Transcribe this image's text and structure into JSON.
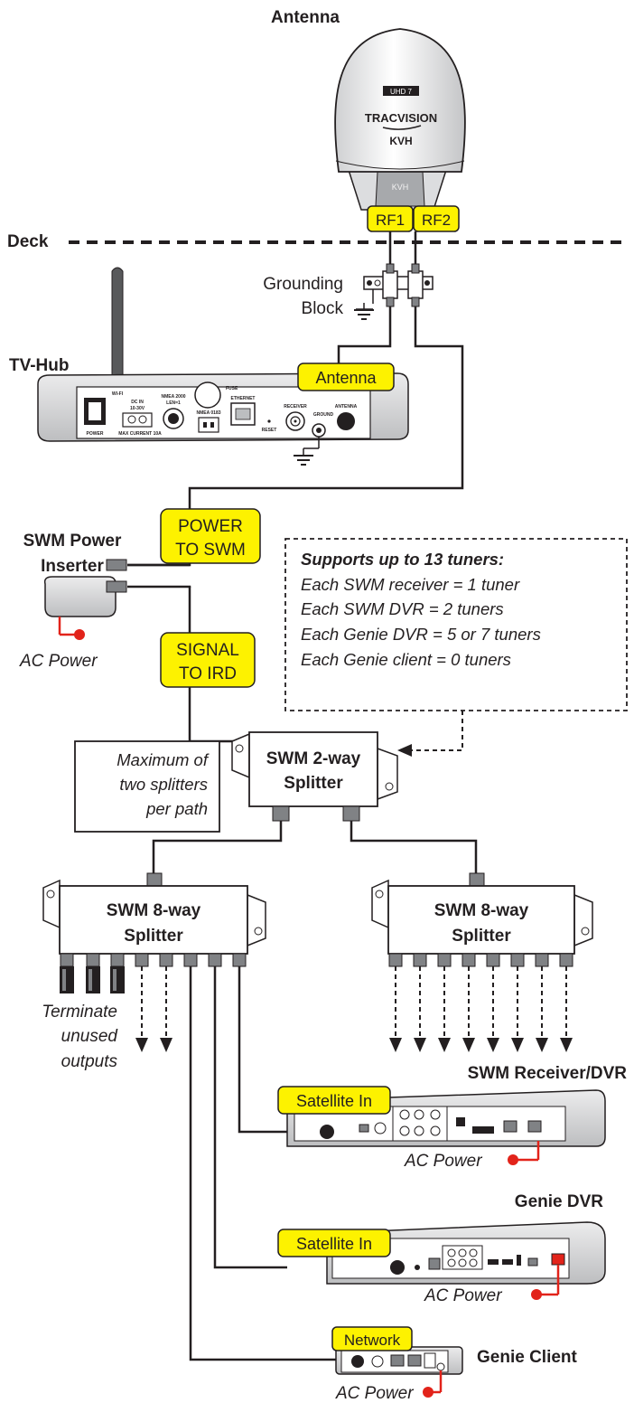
{
  "labels": {
    "antenna": "Antenna",
    "deck": "Deck",
    "grounding_block_line1": "Grounding",
    "grounding_block_line2": "Block",
    "tv_hub": "TV-Hub",
    "swm_power_inserter_line1": "SWM Power",
    "swm_power_inserter_line2": "Inserter",
    "ac_power": "AC Power",
    "terminate_line1": "Terminate",
    "terminate_line2": "unused",
    "terminate_line3": "outputs",
    "swm_receiver_dvr": "SWM Receiver/DVR",
    "genie_dvr": "Genie DVR",
    "genie_client": "Genie Client"
  },
  "antenna_dome": {
    "brand": "TRACVISION",
    "maker": "KVH",
    "model_badge": "UHD 7",
    "base_brand": "KVH"
  },
  "callouts": {
    "rf1": "RF1",
    "rf2": "RF2",
    "antenna_port": "Antenna",
    "power_to_swm_line1": "POWER",
    "power_to_swm_line2": "TO SWM",
    "signal_to_ird_line1": "SIGNAL",
    "signal_to_ird_line2": "TO IRD",
    "satellite_in_1": "Satellite In",
    "satellite_in_2": "Satellite In",
    "network": "Network"
  },
  "splitters": {
    "two_way_line1": "SWM 2-way",
    "two_way_line2": "Splitter",
    "eight_way_left_line1": "SWM 8-way",
    "eight_way_left_line2": "Splitter",
    "eight_way_right_line1": "SWM 8-way",
    "eight_way_right_line2": "Splitter"
  },
  "note_boxes": {
    "tuners_title": "Supports up to 13 tuners:",
    "tuners_lines": [
      "Each SWM receiver = 1 tuner",
      "Each SWM DVR = 2 tuners",
      "Each Genie DVR = 5 or 7 tuners",
      "Each Genie client = 0 tuners"
    ],
    "max_splitters_lines": [
      "Maximum of",
      "two splitters",
      "per path"
    ]
  },
  "tv_hub_panel": {
    "wifi": "WI-FI",
    "power": "POWER",
    "dc_in": "DC IN",
    "dc_voltage": "10-30V",
    "max_current": "MAX CURRENT 10A",
    "nmea2000": "NMEA 2000",
    "nmea2000_sub": "LEN=1",
    "fuse": "FUSE",
    "nmea0183": "NMEA 0183",
    "ethernet": "ETHERNET",
    "reset": "RESET",
    "receiver": "RECEIVER",
    "ground": "GROUND",
    "antenna": "ANTENNA"
  },
  "colors": {
    "callout_fill": "#fdf200",
    "line": "#231f20",
    "ac_power_red": "#e2231a",
    "device_gray": "#d9dadb",
    "device_light": "#f2f2f2"
  }
}
